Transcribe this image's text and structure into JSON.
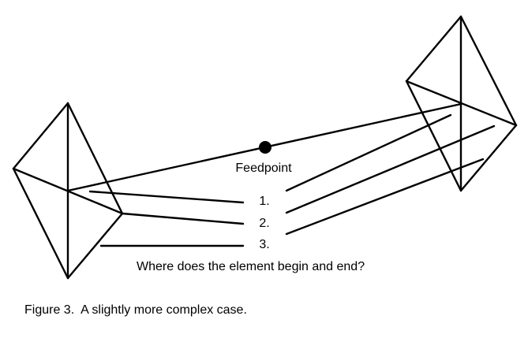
{
  "figure": {
    "caption": "Figure 3.  A slightly more complex case.",
    "question": "Where does the element begin and end?",
    "feedpoint_label": "Feedpoint",
    "path_labels": [
      "1.",
      "2.",
      "3."
    ],
    "colors": {
      "stroke": "#000000",
      "background": "#ffffff",
      "feedpoint": "#000000"
    }
  }
}
